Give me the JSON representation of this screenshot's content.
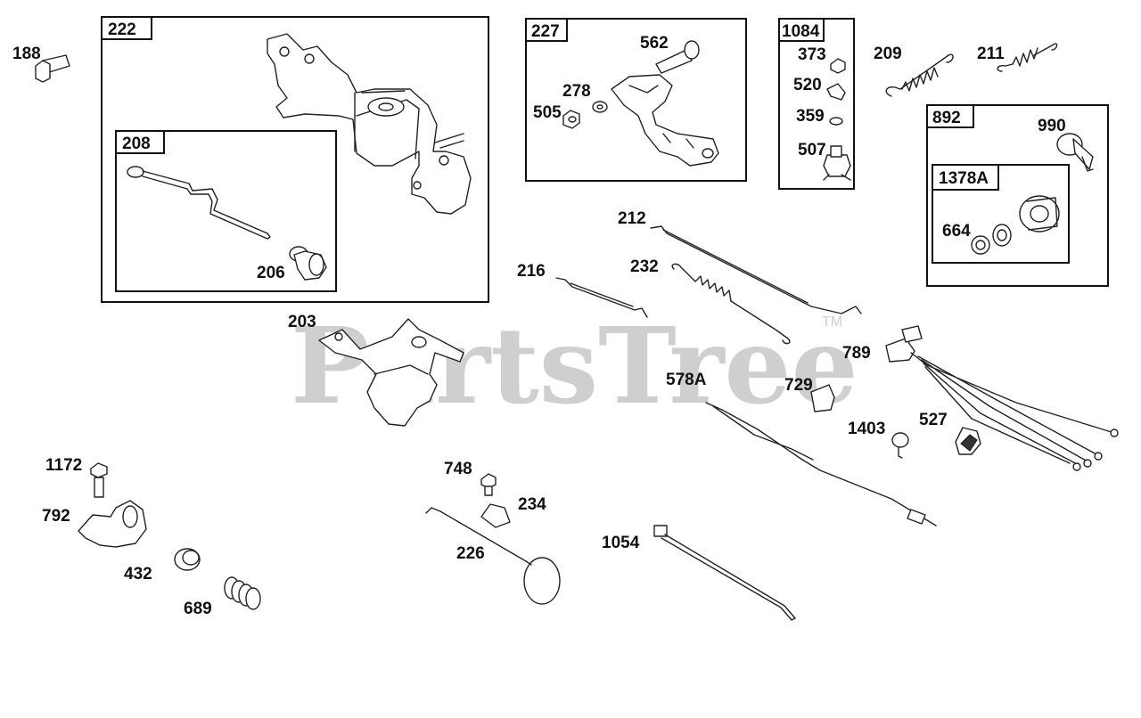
{
  "watermark": {
    "text": "PartsTree",
    "tm": "TM"
  },
  "boxes": {
    "b222": "222",
    "b208": "208",
    "b227": "227",
    "b1084": "1084",
    "b892": "892",
    "b1378a": "1378A"
  },
  "parts": {
    "p188": "188",
    "p206": "206",
    "p562": "562",
    "p278": "278",
    "p505": "505",
    "p373": "373",
    "p520": "520",
    "p359": "359",
    "p507": "507",
    "p209": "209",
    "p211": "211",
    "p990": "990",
    "p664": "664",
    "p212": "212",
    "p232": "232",
    "p216": "216",
    "p203": "203",
    "p789": "789",
    "p578a": "578A",
    "p729": "729",
    "p1403": "1403",
    "p527": "527",
    "p1172": "1172",
    "p792": "792",
    "p432": "432",
    "p689": "689",
    "p748": "748",
    "p234": "234",
    "p226": "226",
    "p1054": "1054"
  }
}
